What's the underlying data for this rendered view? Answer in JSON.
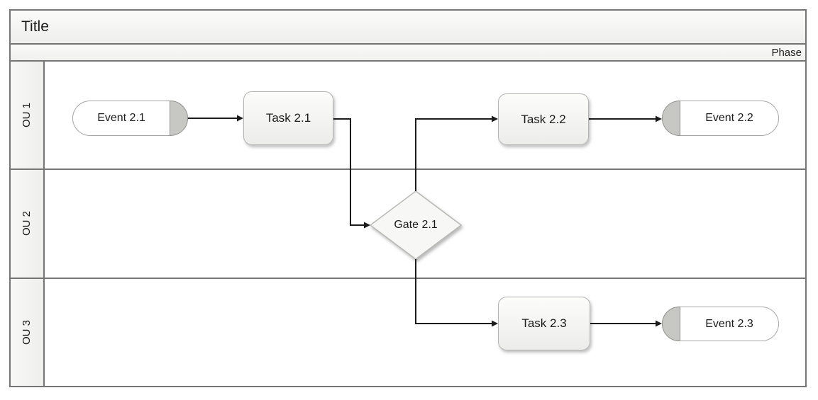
{
  "diagram": {
    "title": "Title",
    "phase": {
      "label": "Phase"
    },
    "lanes": [
      {
        "label": "OU 1"
      },
      {
        "label": "OU 2"
      },
      {
        "label": "OU 3"
      }
    ],
    "nodes": {
      "event_2_1": {
        "label": "Event 2.1",
        "type": "event",
        "cap_side": "right",
        "lane": "OU 1"
      },
      "task_2_1": {
        "label": "Task 2.1",
        "type": "task",
        "lane": "OU 1"
      },
      "gate_2_1": {
        "label": "Gate 2.1",
        "type": "gateway",
        "lane": "OU 2"
      },
      "task_2_2": {
        "label": "Task 2.2",
        "type": "task",
        "lane": "OU 1"
      },
      "event_2_2": {
        "label": "Event 2.2",
        "type": "event",
        "cap_side": "left",
        "lane": "OU 1"
      },
      "task_2_3": {
        "label": "Task 2.3",
        "type": "task",
        "lane": "OU 3"
      },
      "event_2_3": {
        "label": "Event 2.3",
        "type": "event",
        "cap_side": "left",
        "lane": "OU 3"
      }
    },
    "flows": [
      {
        "from": "event_2_1",
        "to": "task_2_1"
      },
      {
        "from": "task_2_1",
        "to": "gate_2_1"
      },
      {
        "from": "gate_2_1",
        "to": "task_2_2"
      },
      {
        "from": "task_2_2",
        "to": "event_2_2"
      },
      {
        "from": "gate_2_1",
        "to": "task_2_3"
      },
      {
        "from": "task_2_3",
        "to": "event_2_3"
      }
    ],
    "colors": {
      "frame_border": "#757575",
      "connector": "#1c1c1c",
      "task_border": "#b3b3b3",
      "event_border": "#a6a6a6",
      "event_cap_fill": "#c7c7c4",
      "shape_fill": "#f5f5f3",
      "text": "#1c1c1c"
    }
  }
}
